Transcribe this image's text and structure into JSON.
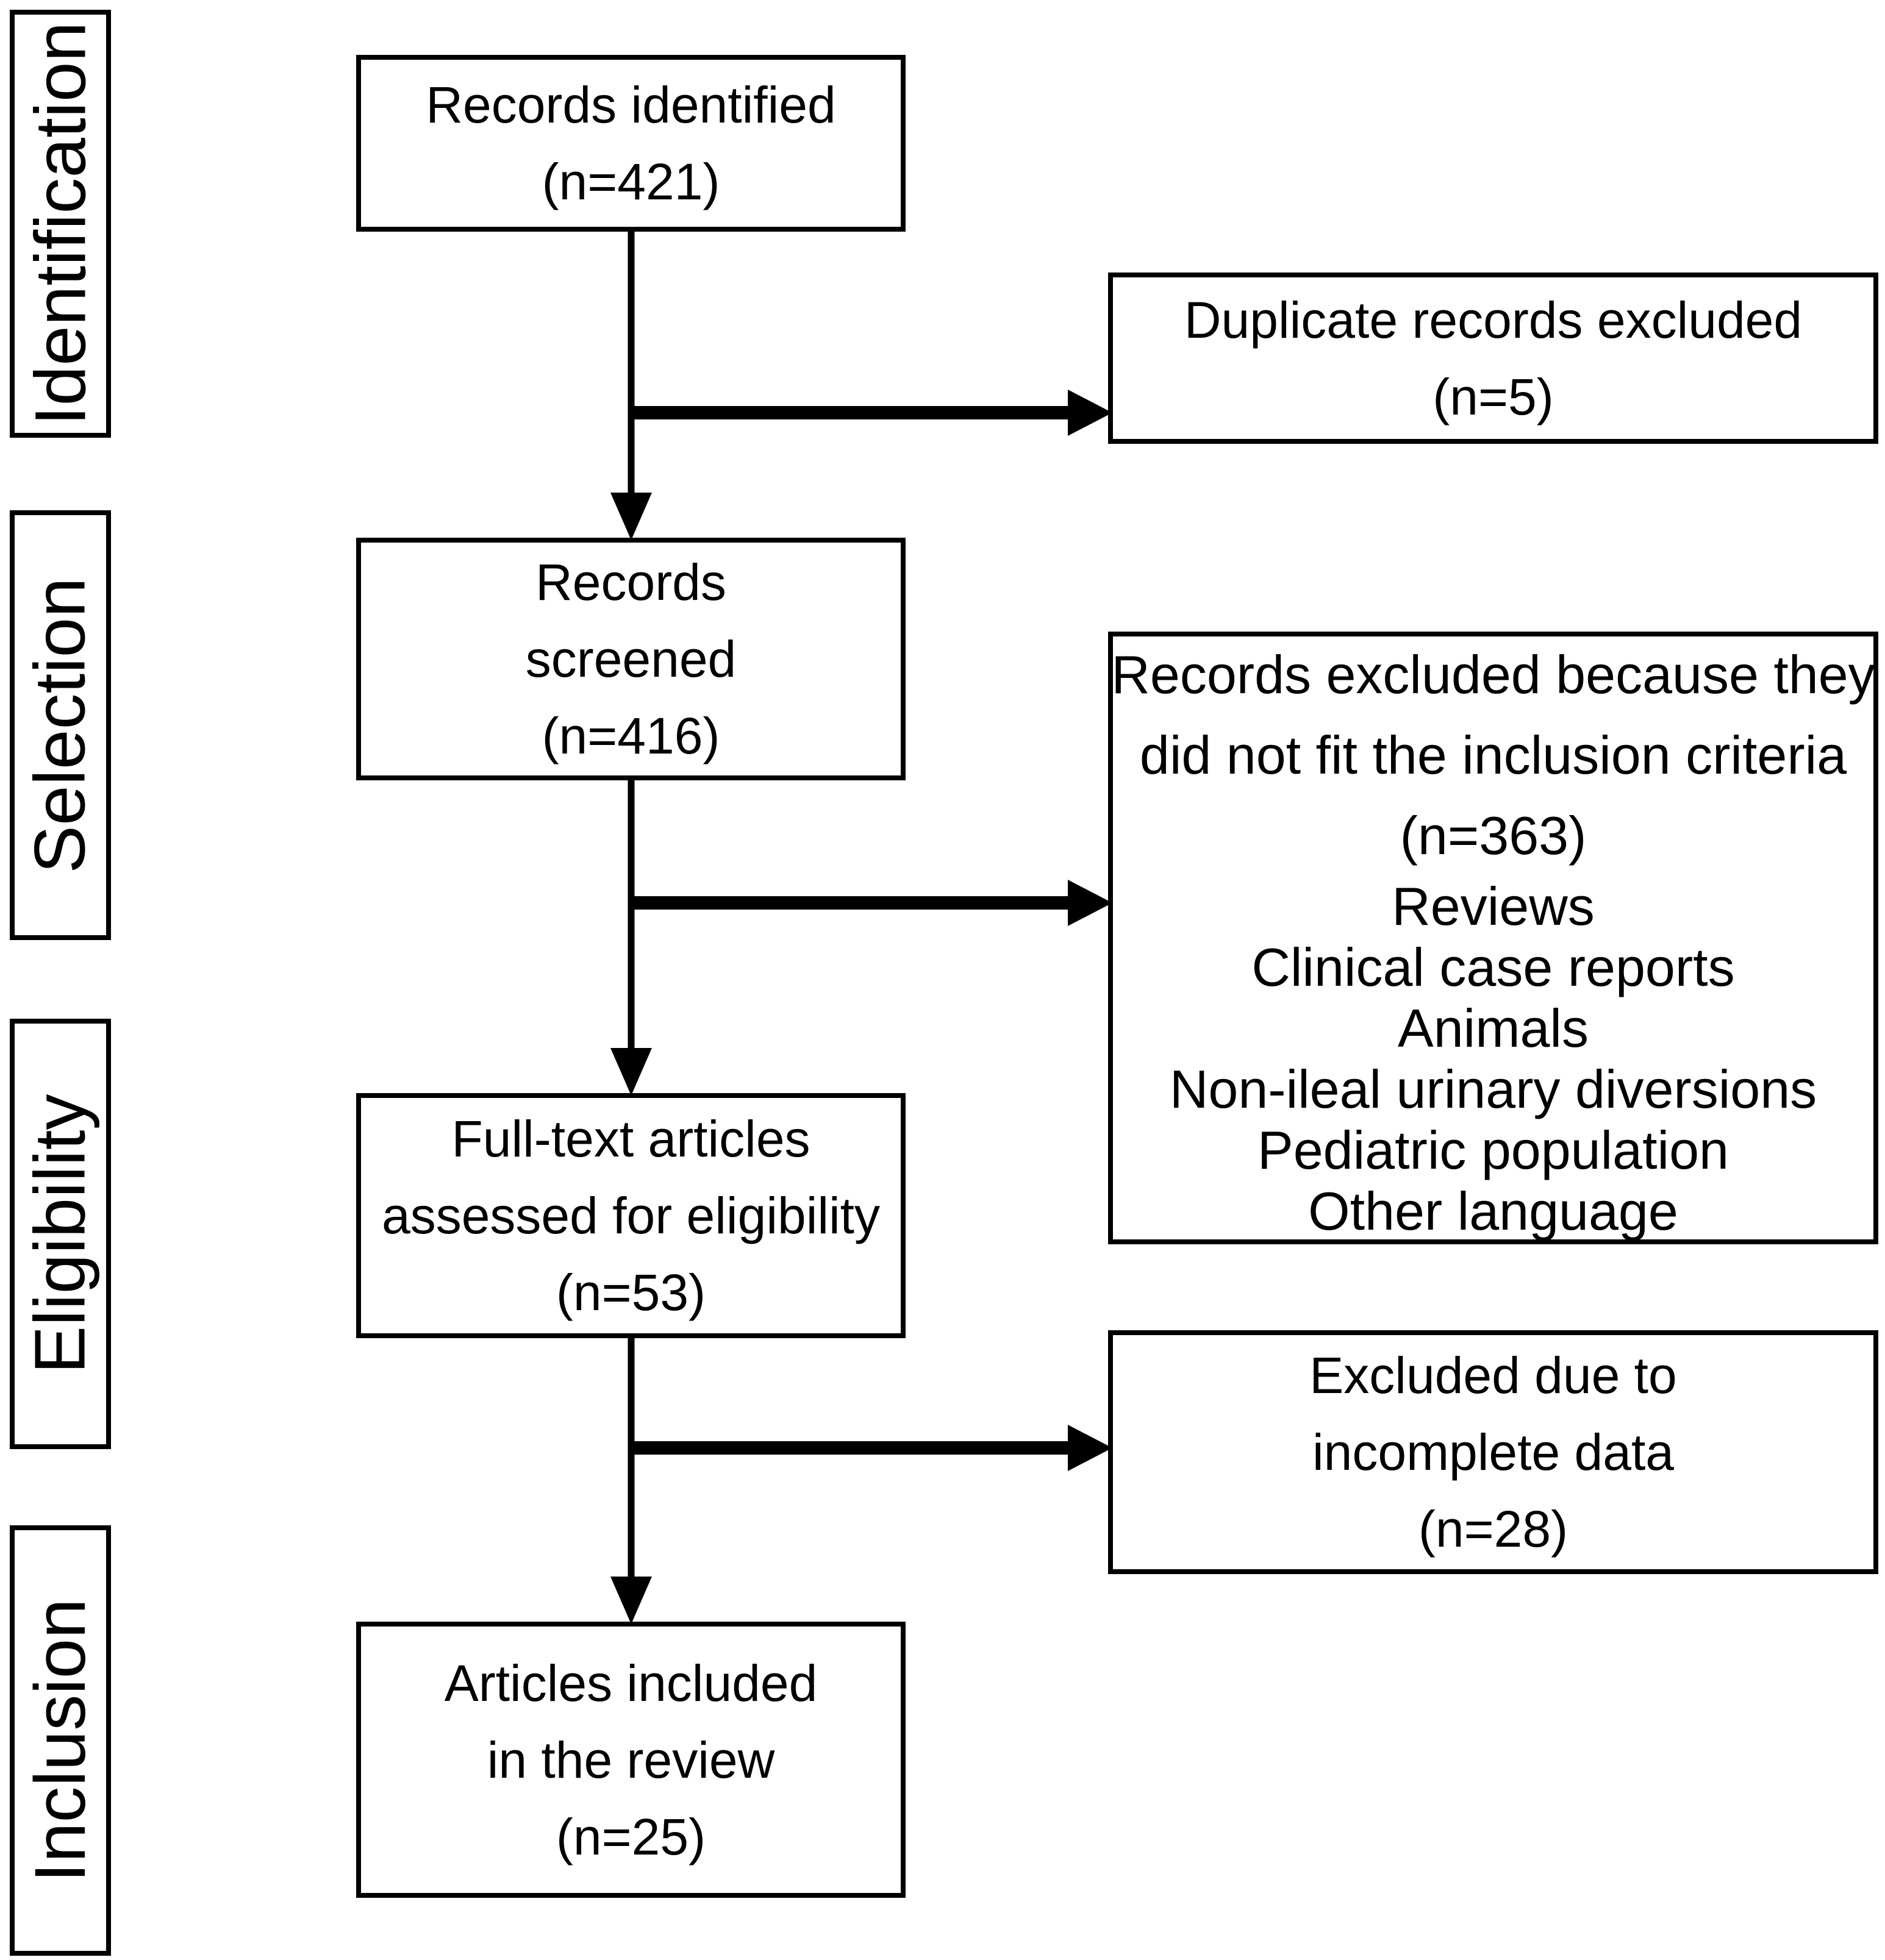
{
  "figure": {
    "type": "prisma-flow-diagram",
    "colors": {
      "ink": "#000000",
      "paper": "#ffffff"
    },
    "stages": [
      {
        "label": "Identification"
      },
      {
        "label": "Selection"
      },
      {
        "label": "Eligibility"
      },
      {
        "label": "Inclusion"
      }
    ],
    "flow_boxes": [
      {
        "name": "records-identified",
        "lines": [
          "Records identified",
          "(n=421)"
        ]
      },
      {
        "name": "records-screened",
        "lines": [
          "Records",
          "screened",
          "(n=416)"
        ]
      },
      {
        "name": "fulltext-assessed",
        "lines": [
          "Full-text articles",
          "assessed for eligibility",
          "(n=53)"
        ]
      },
      {
        "name": "articles-included",
        "lines": [
          "Articles included",
          "in the review",
          "(n=25)"
        ]
      }
    ],
    "exclusion_boxes": [
      {
        "name": "duplicates-excluded",
        "lines": [
          "Duplicate records excluded",
          "(n=5)"
        ]
      },
      {
        "name": "criteria-excluded",
        "header_lines": [
          "Records excluded because they",
          "did not fit the inclusion criteria",
          "(n=363)"
        ],
        "reason_lines": [
          "Reviews",
          "Clinical case reports",
          "Animals",
          "Non-ileal urinary diversions",
          "Pediatric population",
          "Other language"
        ]
      },
      {
        "name": "incomplete-data-excluded",
        "lines": [
          "Excluded due to",
          "incomplete data",
          "(n=28)"
        ]
      }
    ]
  }
}
